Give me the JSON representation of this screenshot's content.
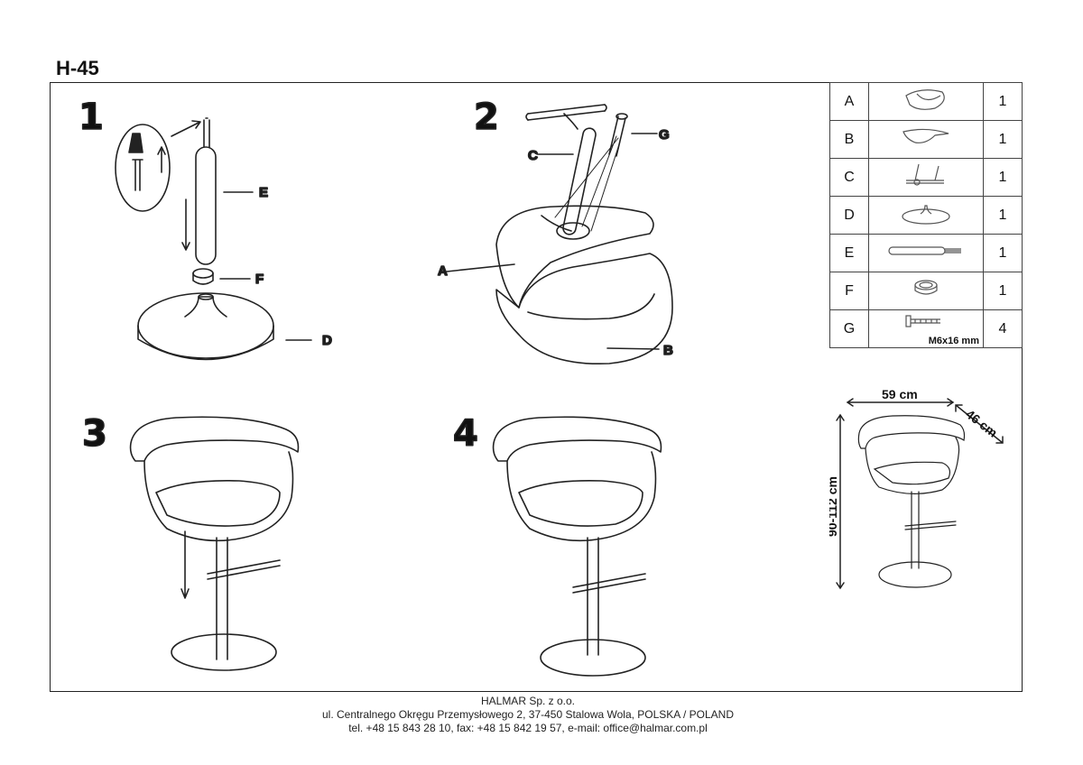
{
  "model": "H-45",
  "steps": [
    "1",
    "2",
    "3",
    "4"
  ],
  "labels": {
    "A": "A",
    "B": "B",
    "C": "C",
    "D": "D",
    "E": "E",
    "F": "F",
    "G": "G"
  },
  "parts": [
    {
      "letter": "A",
      "qty": "1",
      "icon": "seat-shell-icon"
    },
    {
      "letter": "B",
      "qty": "1",
      "icon": "seat-cover-icon"
    },
    {
      "letter": "C",
      "qty": "1",
      "icon": "footrest-mechanism-icon"
    },
    {
      "letter": "D",
      "qty": "1",
      "icon": "base-disc-icon"
    },
    {
      "letter": "E",
      "qty": "1",
      "icon": "gas-lift-icon"
    },
    {
      "letter": "F",
      "qty": "1",
      "icon": "cap-ring-icon"
    },
    {
      "letter": "G",
      "qty": "4",
      "icon": "bolt-icon",
      "size": "M6x16 mm"
    }
  ],
  "dimensions": {
    "width": "59 cm",
    "depth": "46 cm",
    "height": "90-112 cm"
  },
  "footer": {
    "company": "HALMAR Sp. z o.o.",
    "address": "ul. Centralnego Okręgu Przemysłowego 2, 37-450 Stalowa Wola, POLSKA / POLAND",
    "contact": "tel. +48 15 843 28 10, fax: +48 15 842 19 57, e-mail: office@halmar.com.pl"
  }
}
